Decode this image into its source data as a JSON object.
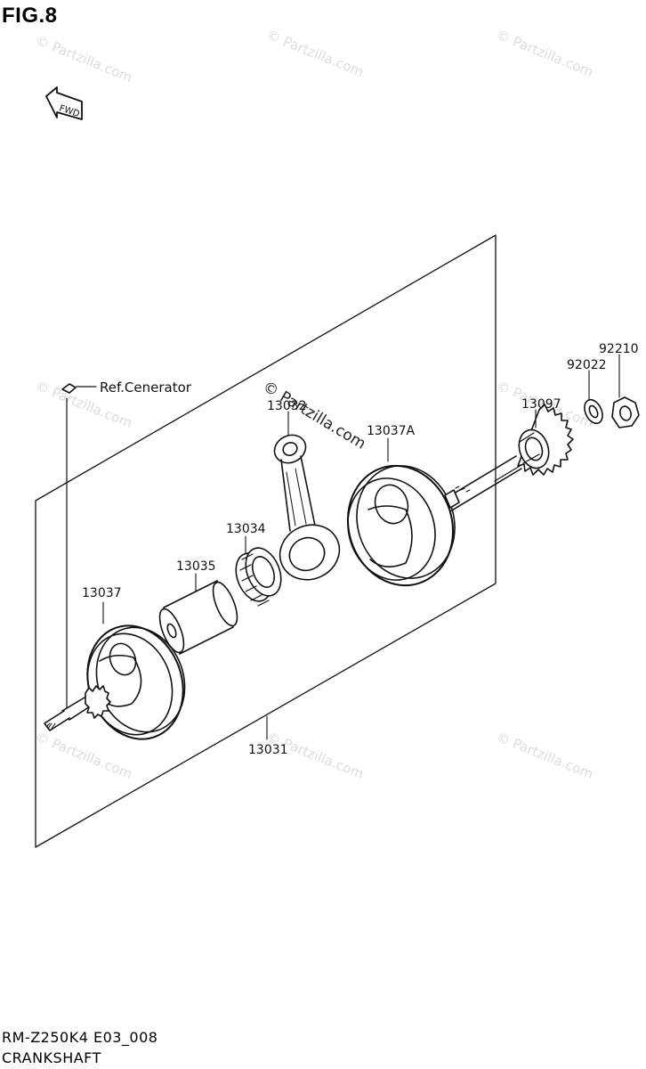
{
  "figure": {
    "title": "FIG.8",
    "fwd_label": "FWD",
    "ref_label": "Ref.Cenerator",
    "code": "RM-Z250K4 E03_008",
    "caption": "CRANKSHAFT"
  },
  "parts": {
    "p13031": "13031",
    "p13032": "13032",
    "p13034": "13034",
    "p13035": "13035",
    "p13037": "13037",
    "p13037a": "13037A",
    "p13097": "13097",
    "p92022": "92022",
    "p92210": "92210"
  },
  "watermark": {
    "text": "© Partzilla.com"
  },
  "colors": {
    "line": "#111111",
    "watermark": "#dcdcdc"
  }
}
